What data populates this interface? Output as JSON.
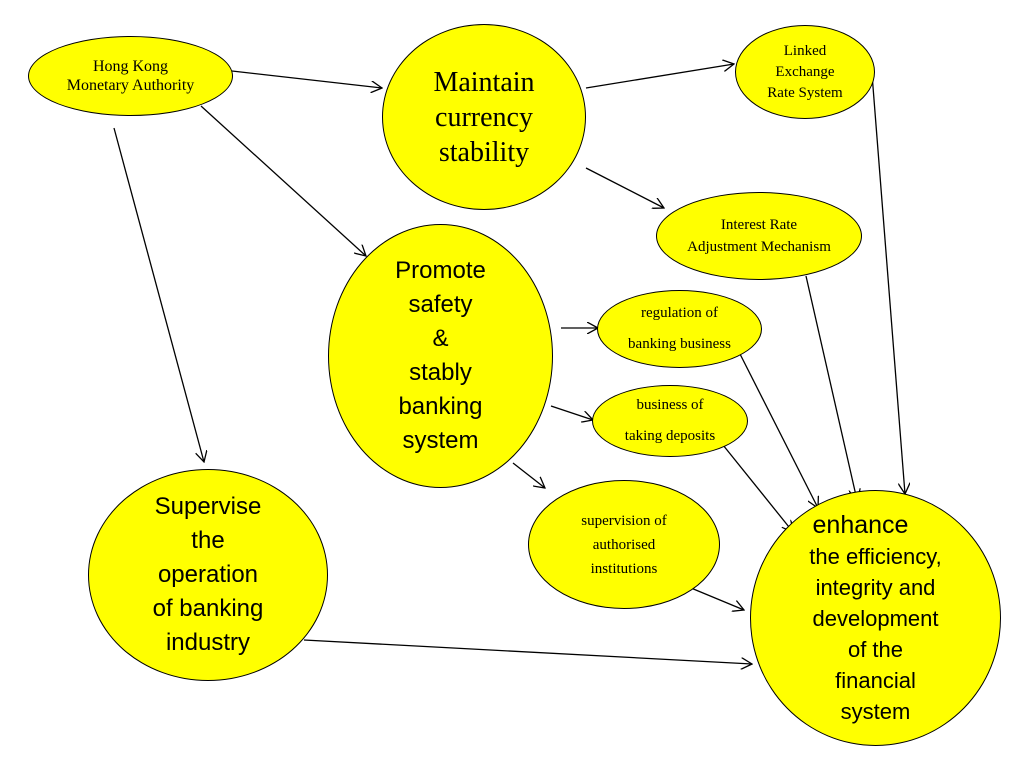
{
  "colors": {
    "node_fill": "#ffff00",
    "node_stroke": "#000000",
    "arrow": "#000000",
    "background": "#ffffff"
  },
  "nodes": {
    "hkma": {
      "label": "Hong Kong\nMonetary Authority"
    },
    "currency": {
      "label": "Maintain\ncurrency\nstability"
    },
    "linked": {
      "label": "Linked\nExchange\nRate System"
    },
    "interest": {
      "label": "Interest Rate\nAdjustment Mechanism"
    },
    "safety": {
      "label": "Promote\nsafety\n&\nstably\nbanking\nsystem"
    },
    "regulation": {
      "label": "regulation of\nbanking business"
    },
    "deposits": {
      "label": "business of\ntaking deposits"
    },
    "authorised": {
      "label": "supervision of\nauthorised\ninstitutions"
    },
    "supervise": {
      "label": "Supervise\nthe\noperation\nof banking\nindustry"
    },
    "enhance": {
      "title": "enhance",
      "label": "the efficiency,\nintegrity and\ndevelopment\nof the\nfinancial\nsystem"
    }
  }
}
